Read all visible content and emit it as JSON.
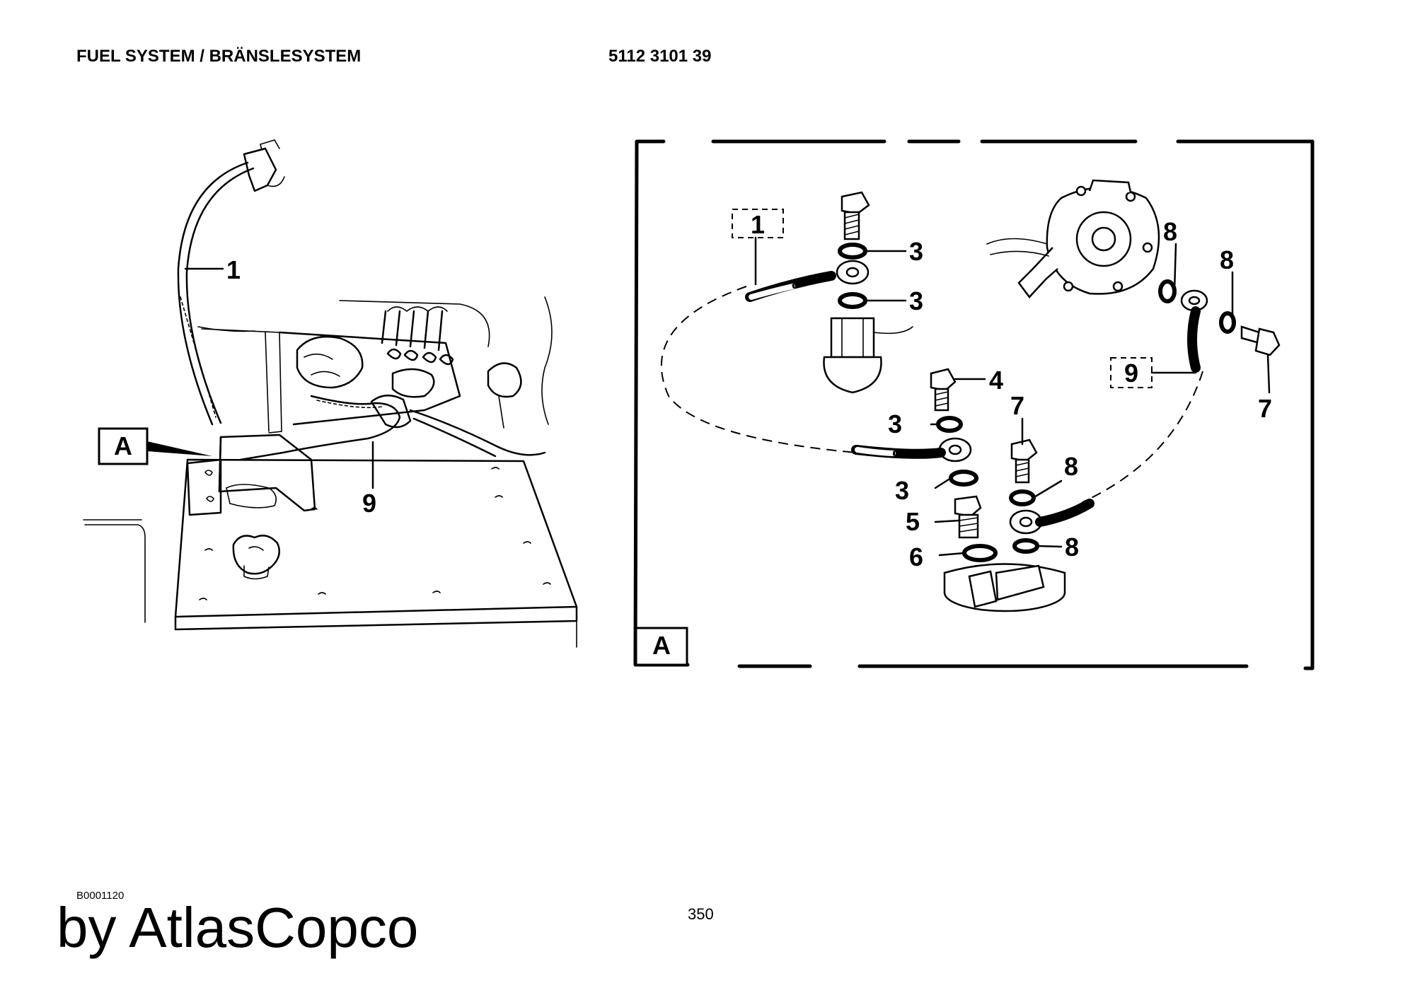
{
  "header": {
    "title": "FUEL SYSTEM / BRÄNSLESYSTEM",
    "doc_number": "5112 3101 39"
  },
  "footer": {
    "reference": "B0001120",
    "page_number": "350",
    "brand": "by AtlasCopco"
  },
  "overview": {
    "callouts": [
      "1",
      "9"
    ],
    "detail_ref": "A"
  },
  "detail": {
    "frame_label": "A",
    "callouts": [
      "1",
      "3",
      "3",
      "8",
      "8",
      "9",
      "7",
      "4",
      "7",
      "3",
      "8",
      "3",
      "5",
      "8",
      "6"
    ]
  }
}
